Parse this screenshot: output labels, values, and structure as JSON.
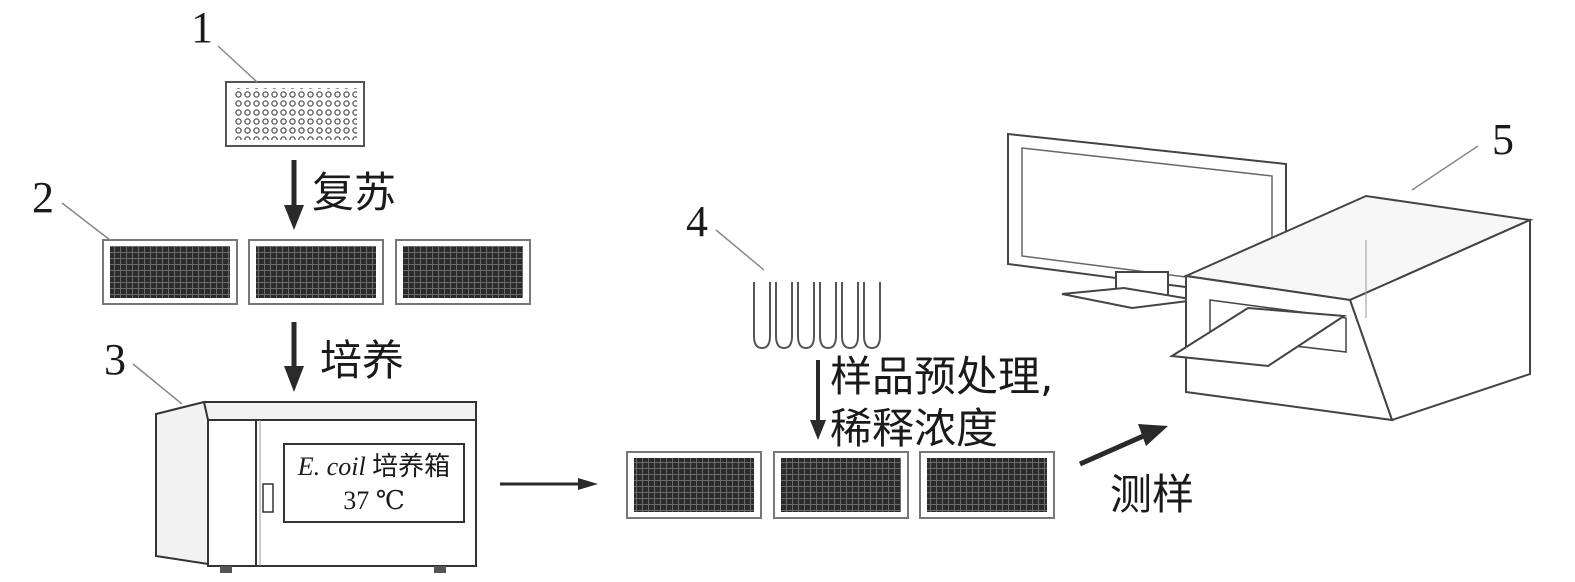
{
  "labels": {
    "n1": "1",
    "n2": "2",
    "n3": "3",
    "n4": "4",
    "n5": "5"
  },
  "steps": {
    "recover": "复苏",
    "culture": "培养",
    "pretreat_line1": "样品预处理,",
    "pretreat_line2": "稀释浓度",
    "measure": "测样"
  },
  "incubator": {
    "organism": "E. coil",
    "name": "培养箱",
    "temperature": "37 ℃"
  }
}
